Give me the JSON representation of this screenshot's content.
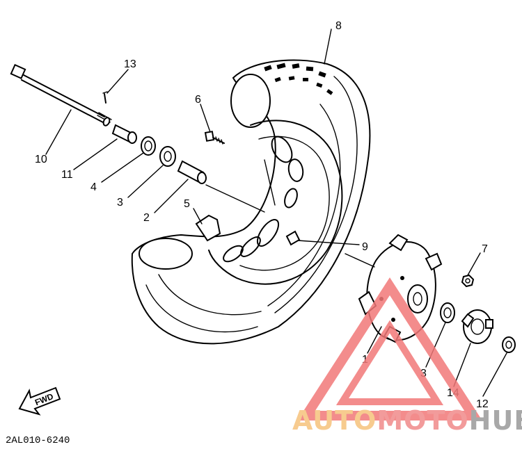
{
  "diagram": {
    "drawing_code": "2AL010-6240",
    "fwd_label": "FWD",
    "callouts": [
      {
        "id": "c1",
        "text": "1"
      },
      {
        "id": "c2",
        "text": "2"
      },
      {
        "id": "c3a",
        "text": "3"
      },
      {
        "id": "c3b",
        "text": "3"
      },
      {
        "id": "c4",
        "text": "4"
      },
      {
        "id": "c5",
        "text": "5"
      },
      {
        "id": "c6",
        "text": "6"
      },
      {
        "id": "c7",
        "text": "7"
      },
      {
        "id": "c8",
        "text": "8"
      },
      {
        "id": "c9",
        "text": "9"
      },
      {
        "id": "c10",
        "text": "10"
      },
      {
        "id": "c11",
        "text": "11"
      },
      {
        "id": "c12",
        "text": "12"
      },
      {
        "id": "c13",
        "text": "13"
      },
      {
        "id": "c14",
        "text": "14"
      }
    ]
  },
  "watermark": {
    "part1": "AUTO",
    "part2": "MOTO",
    "part3": "HUB",
    "color_auto": "#f6c27c",
    "color_moto": "#f08a8a",
    "color_hub": "#9a9a9a",
    "triangle_color": "#f27878"
  }
}
